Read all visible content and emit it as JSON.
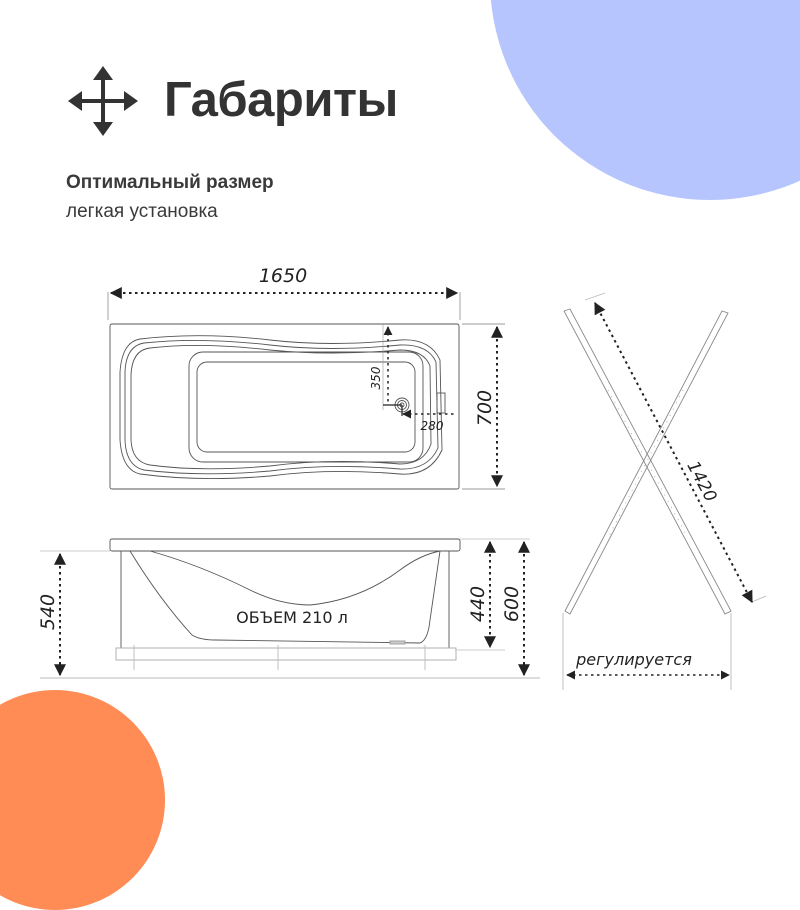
{
  "header": {
    "icon": "move-arrows-icon",
    "title": "Габариты",
    "subtitle_bold": "Оптимальный размер",
    "subtitle": "легкая установка"
  },
  "colors": {
    "accent_blue": "#B6C5FD",
    "accent_orange": "#FF8C55",
    "text": "#333333",
    "line": "#222222"
  },
  "top_view": {
    "length": "1650",
    "width": "700",
    "drain_offset_width": "350",
    "drain_offset_end": "280"
  },
  "side_view": {
    "height_frame": "540",
    "depth": "440",
    "total_height": "600",
    "volume_label": "ОБЪЕМ 210 л"
  },
  "frame_view": {
    "diagonal_length": "1420",
    "adjustable_label": "регулируется"
  }
}
